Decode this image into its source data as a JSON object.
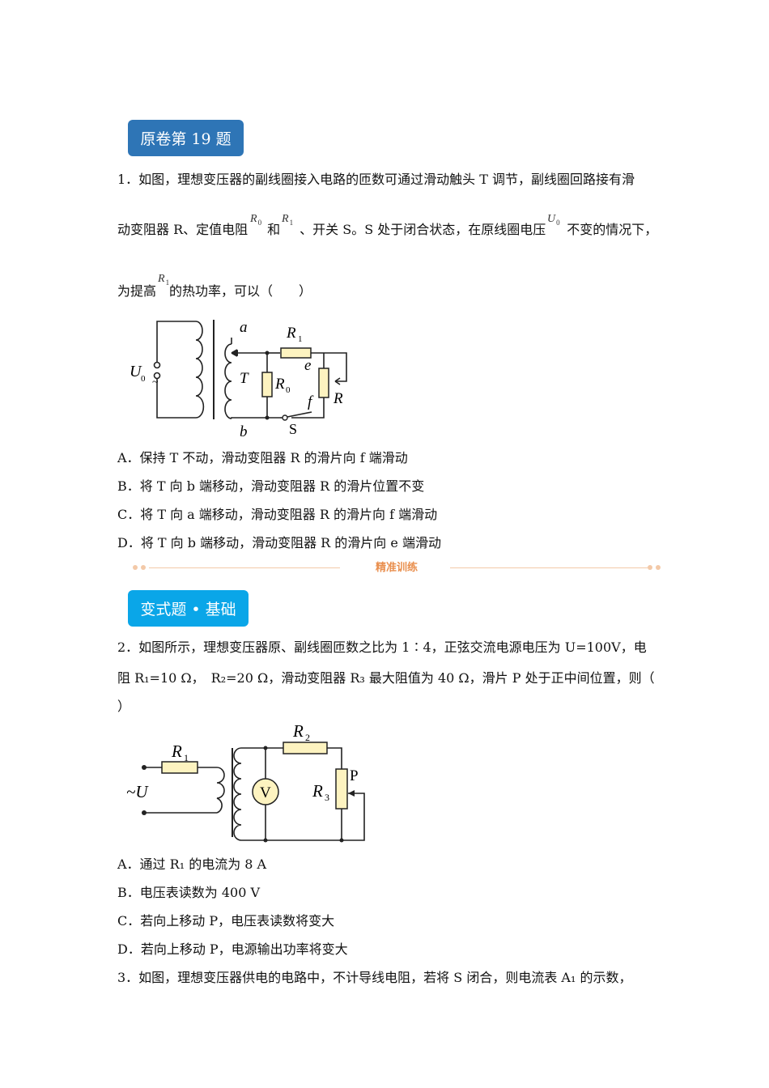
{
  "section1": {
    "tag": "原卷第 19 题"
  },
  "q1": {
    "line1": "1．如图，理想变压器的副线圈接入电路的匝数可通过滑动触头 T 调节，副线圈回路接有滑",
    "line2a": "动变阻器 R、定值电阻",
    "line2b": "和",
    "line2c": "、开关 S。S 处于闭合状态，在原线圈电压",
    "line2d": "不变的情况下，",
    "line3a": "为提高",
    "line3b": "的热功率，可以（　　）",
    "options": {
      "A": "A．保持 T 不动，滑动变阻器 R 的滑片向 f 端滑动",
      "B": "B．将 T 向 b 端移动，滑动变阻器 R 的滑片位置不变",
      "C": "C．将 T 向 a 端移动，滑动变阻器 R 的滑片向 f 端滑动",
      "D": "D．将 T 向 b 端移动，滑动变阻器 R 的滑片向 e 端滑动"
    },
    "fig": {
      "U0": "U",
      "U0sub": "0",
      "tilde": "~",
      "a": "a",
      "T": "T",
      "R1": "R",
      "R1sub": "1",
      "R0": "R",
      "R0sub": "0",
      "e": "e",
      "f": "f",
      "R": "R",
      "b": "b",
      "S": "S"
    }
  },
  "divider": {
    "text": "精准训练"
  },
  "section2": {
    "tag": "变式题 • 基础"
  },
  "q2": {
    "line1": "2．如图所示，理想变压器原、副线圈匝数之比为 1∶4，正弦交流电源电压为 U=100V，电",
    "line2": "阻 R₁=10 Ω，　R₂=20 Ω，滑动变阻器 R₃ 最大阻值为 40 Ω，滑片 P 处于正中间位置，则（",
    "line3": "）",
    "options": {
      "A": "A．通过 R₁ 的电流为 8 A",
      "B": "B．电压表读数为 400 V",
      "C": "C．若向上移动 P，电压表读数将变大",
      "D": "D．若向上移动 P，电源输出功率将变大"
    },
    "fig": {
      "R1": "R",
      "R1sub": "1",
      "U": "~U",
      "V": "V",
      "R2": "R",
      "R2sub": "2",
      "R3": "R",
      "R3sub": "3",
      "P": "P"
    }
  },
  "q3": {
    "line1": "3．如图，理想变压器供电的电路中，不计导线电阻，若将 S 闭合，则电流表 A₁ 的示数，"
  }
}
